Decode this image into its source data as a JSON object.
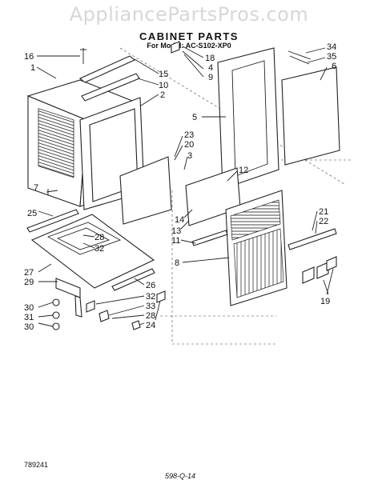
{
  "watermark": "AppliancePartsPros.com",
  "title": "CABINET PARTS",
  "subtitle": "For Model: AC-S102-XP0",
  "footer": {
    "doc_number": "789241",
    "signature": "598-Q-14"
  },
  "callouts": {
    "c1": "1",
    "c2": "2",
    "c3": "3",
    "c4": "4",
    "c5": "5",
    "c6": "6",
    "c7": "7",
    "c8": "8",
    "c9": "9",
    "c10": "10",
    "c11": "11",
    "c12": "12",
    "c13": "13",
    "c14": "14",
    "c15": "15",
    "c16": "16",
    "c18": "18",
    "c19": "19",
    "c20": "20",
    "c21": "21",
    "c22": "22",
    "c23": "23",
    "c24": "24",
    "c25": "25",
    "c26": "26",
    "c27": "27",
    "c28a": "28",
    "c28b": "28",
    "c29": "29",
    "c30a": "30",
    "c30b": "30",
    "c31": "31",
    "c32a": "32",
    "c32b": "32",
    "c33": "33",
    "c34": "34",
    "c35": "35"
  }
}
